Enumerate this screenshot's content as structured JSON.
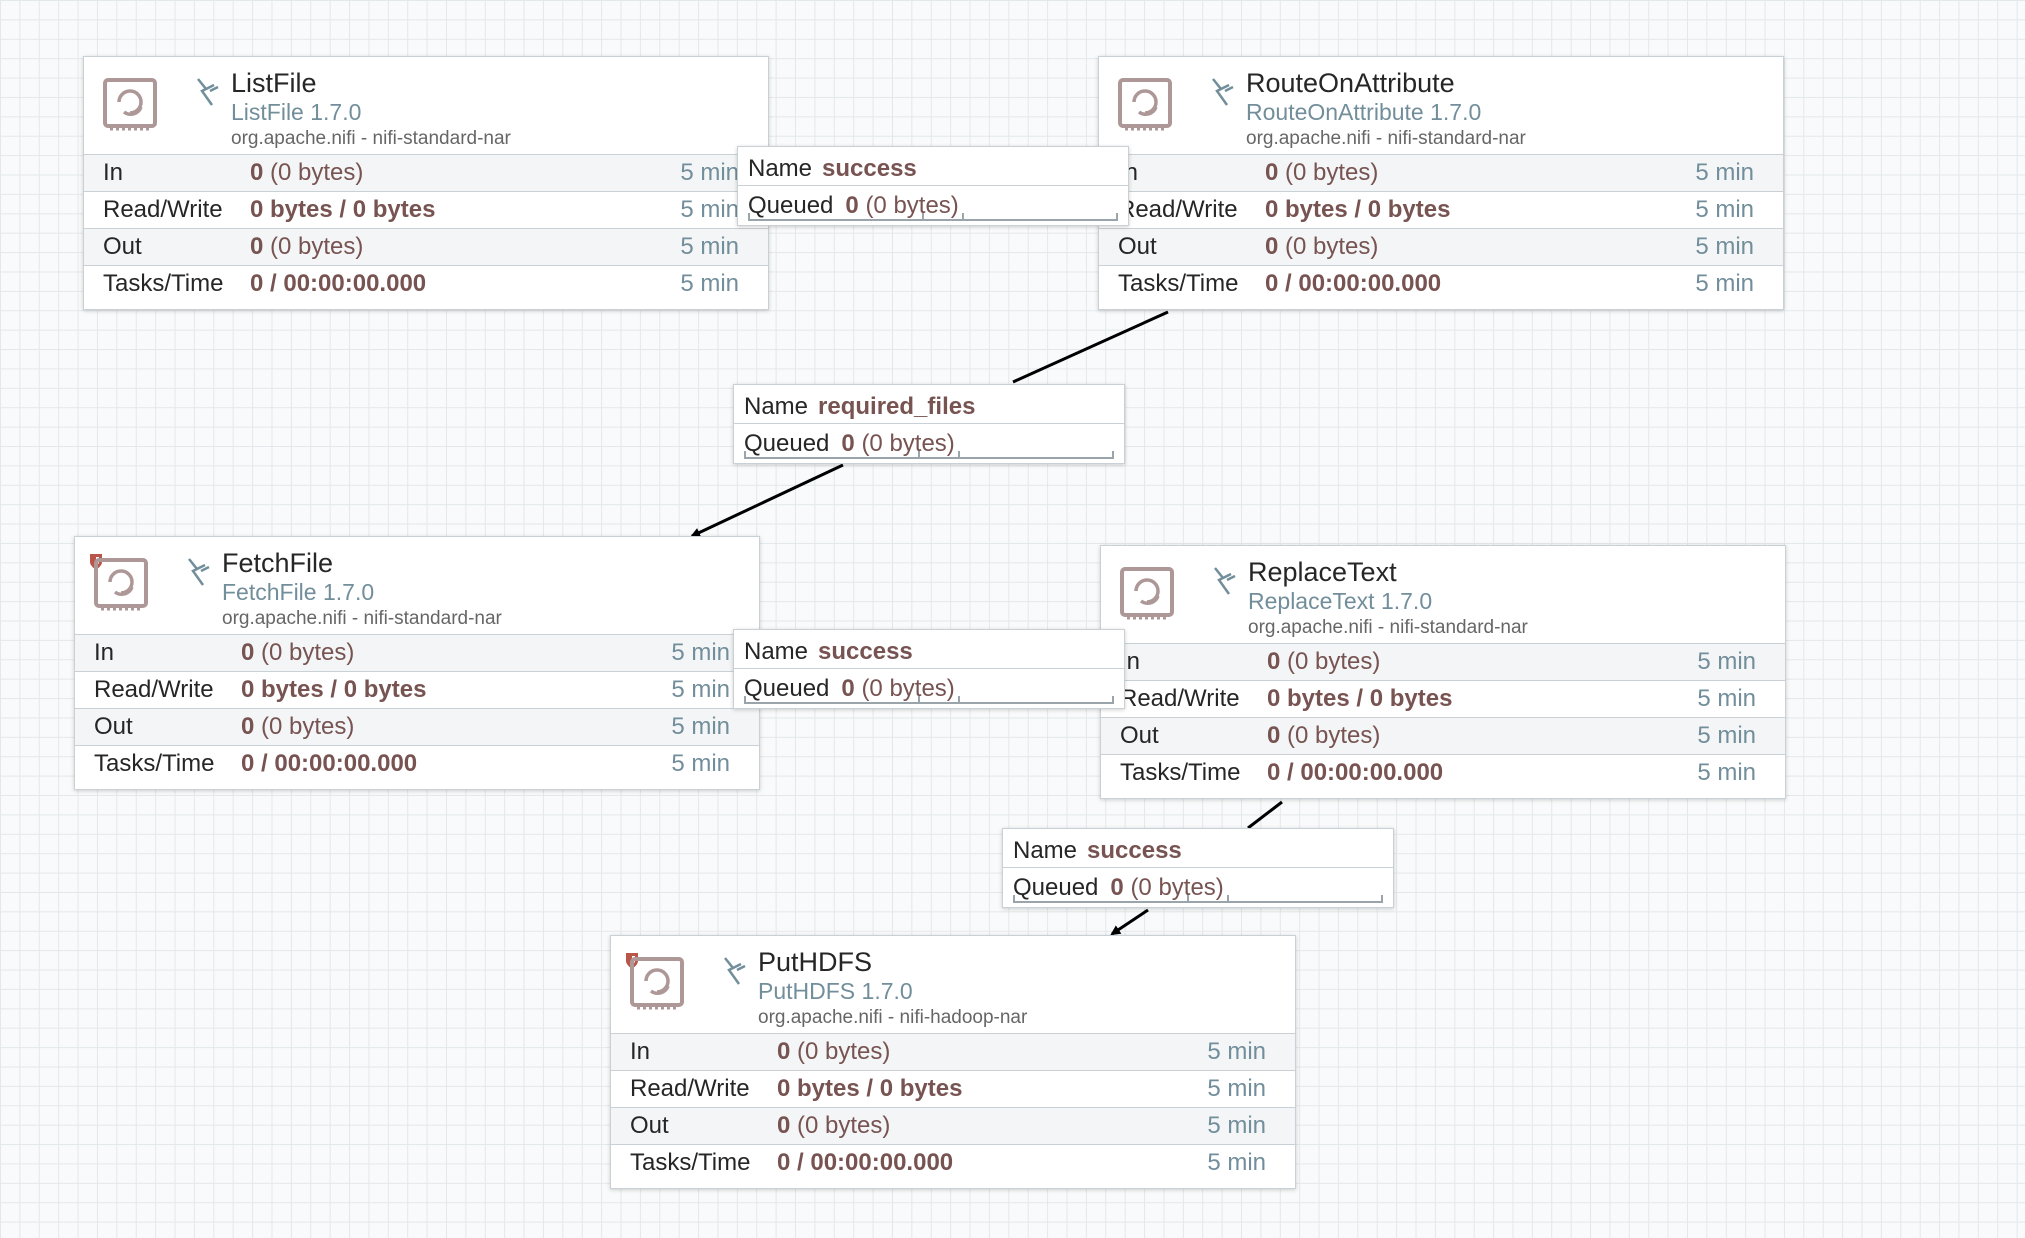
{
  "processors": [
    {
      "name": "ListFile",
      "type": "ListFile 1.7.0",
      "bundle": "org.apache.nifi - nifi-standard-nar",
      "badge": false
    },
    {
      "name": "RouteOnAttribute",
      "type": "RouteOnAttribute 1.7.0",
      "bundle": "org.apache.nifi - nifi-standard-nar",
      "badge": false
    },
    {
      "name": "FetchFile",
      "type": "FetchFile 1.7.0",
      "bundle": "org.apache.nifi - nifi-standard-nar",
      "badge": true
    },
    {
      "name": "ReplaceText",
      "type": "ReplaceText 1.7.0",
      "bundle": "org.apache.nifi - nifi-standard-nar",
      "badge": false
    },
    {
      "name": "PutHDFS",
      "type": "PutHDFS 1.7.0",
      "bundle": "org.apache.nifi - nifi-hadoop-nar",
      "badge": true
    }
  ],
  "stats": {
    "in_label": "In",
    "in_count": "0",
    "in_bytes": "(0 bytes)",
    "rw_label": "Read/Write",
    "rw_value": "0 bytes / 0 bytes",
    "out_label": "Out",
    "out_count": "0",
    "out_bytes": "(0 bytes)",
    "tasks_label": "Tasks/Time",
    "tasks_value": "0 / 00:00:00.000",
    "time": "5 min"
  },
  "connections": [
    {
      "name_label": "Name",
      "name": "success",
      "queued_label": "Queued",
      "queued_count": "0",
      "queued_bytes": "(0 bytes)"
    },
    {
      "name_label": "Name",
      "name": "required_files",
      "queued_label": "Queued",
      "queued_count": "0",
      "queued_bytes": "(0 bytes)"
    },
    {
      "name_label": "Name",
      "name": "success",
      "queued_label": "Queued",
      "queued_count": "0",
      "queued_bytes": "(0 bytes)"
    },
    {
      "name_label": "Name",
      "name": "success",
      "queued_label": "Queued",
      "queued_count": "0",
      "queued_bytes": "(0 bytes)"
    }
  ],
  "colors": {
    "accent": "#728e9b",
    "value": "#775351",
    "badge": "#ba554a",
    "icon": "#ad9897"
  }
}
